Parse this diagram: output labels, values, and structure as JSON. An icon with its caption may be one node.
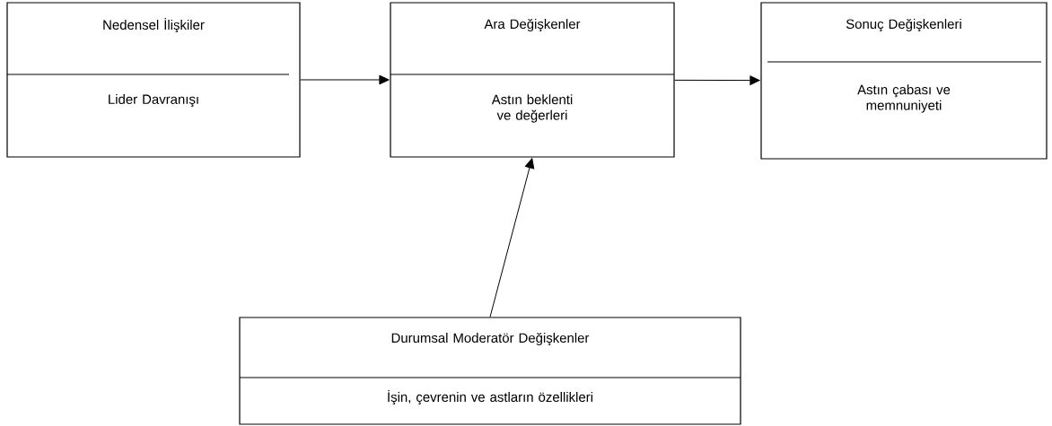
{
  "diagram": {
    "nodes": [
      {
        "text": [
          "Nedensel İlişkiler",
          "Lider Davranışı"
        ]
      },
      {
        "text": [
          "Ara Değişkenler",
          "Astın beklenti ve değerleri"
        ]
      },
      {
        "text": [
          "Sonuç Değişkenleri",
          "Astın çabası ve memnuniyeti"
        ]
      },
      {
        "text": [
          "Durumsal Moderatör Değişkenler",
          "İşin, çevrenin ve astların özellikleri"
        ]
      }
    ],
    "edges": [
      {
        "from": 0,
        "to": 1,
        "arrow": "to"
      },
      {
        "from": 1,
        "to": 2,
        "arrow": "to"
      },
      {
        "from": 3,
        "to": 1,
        "arrow": "to"
      }
    ]
  }
}
